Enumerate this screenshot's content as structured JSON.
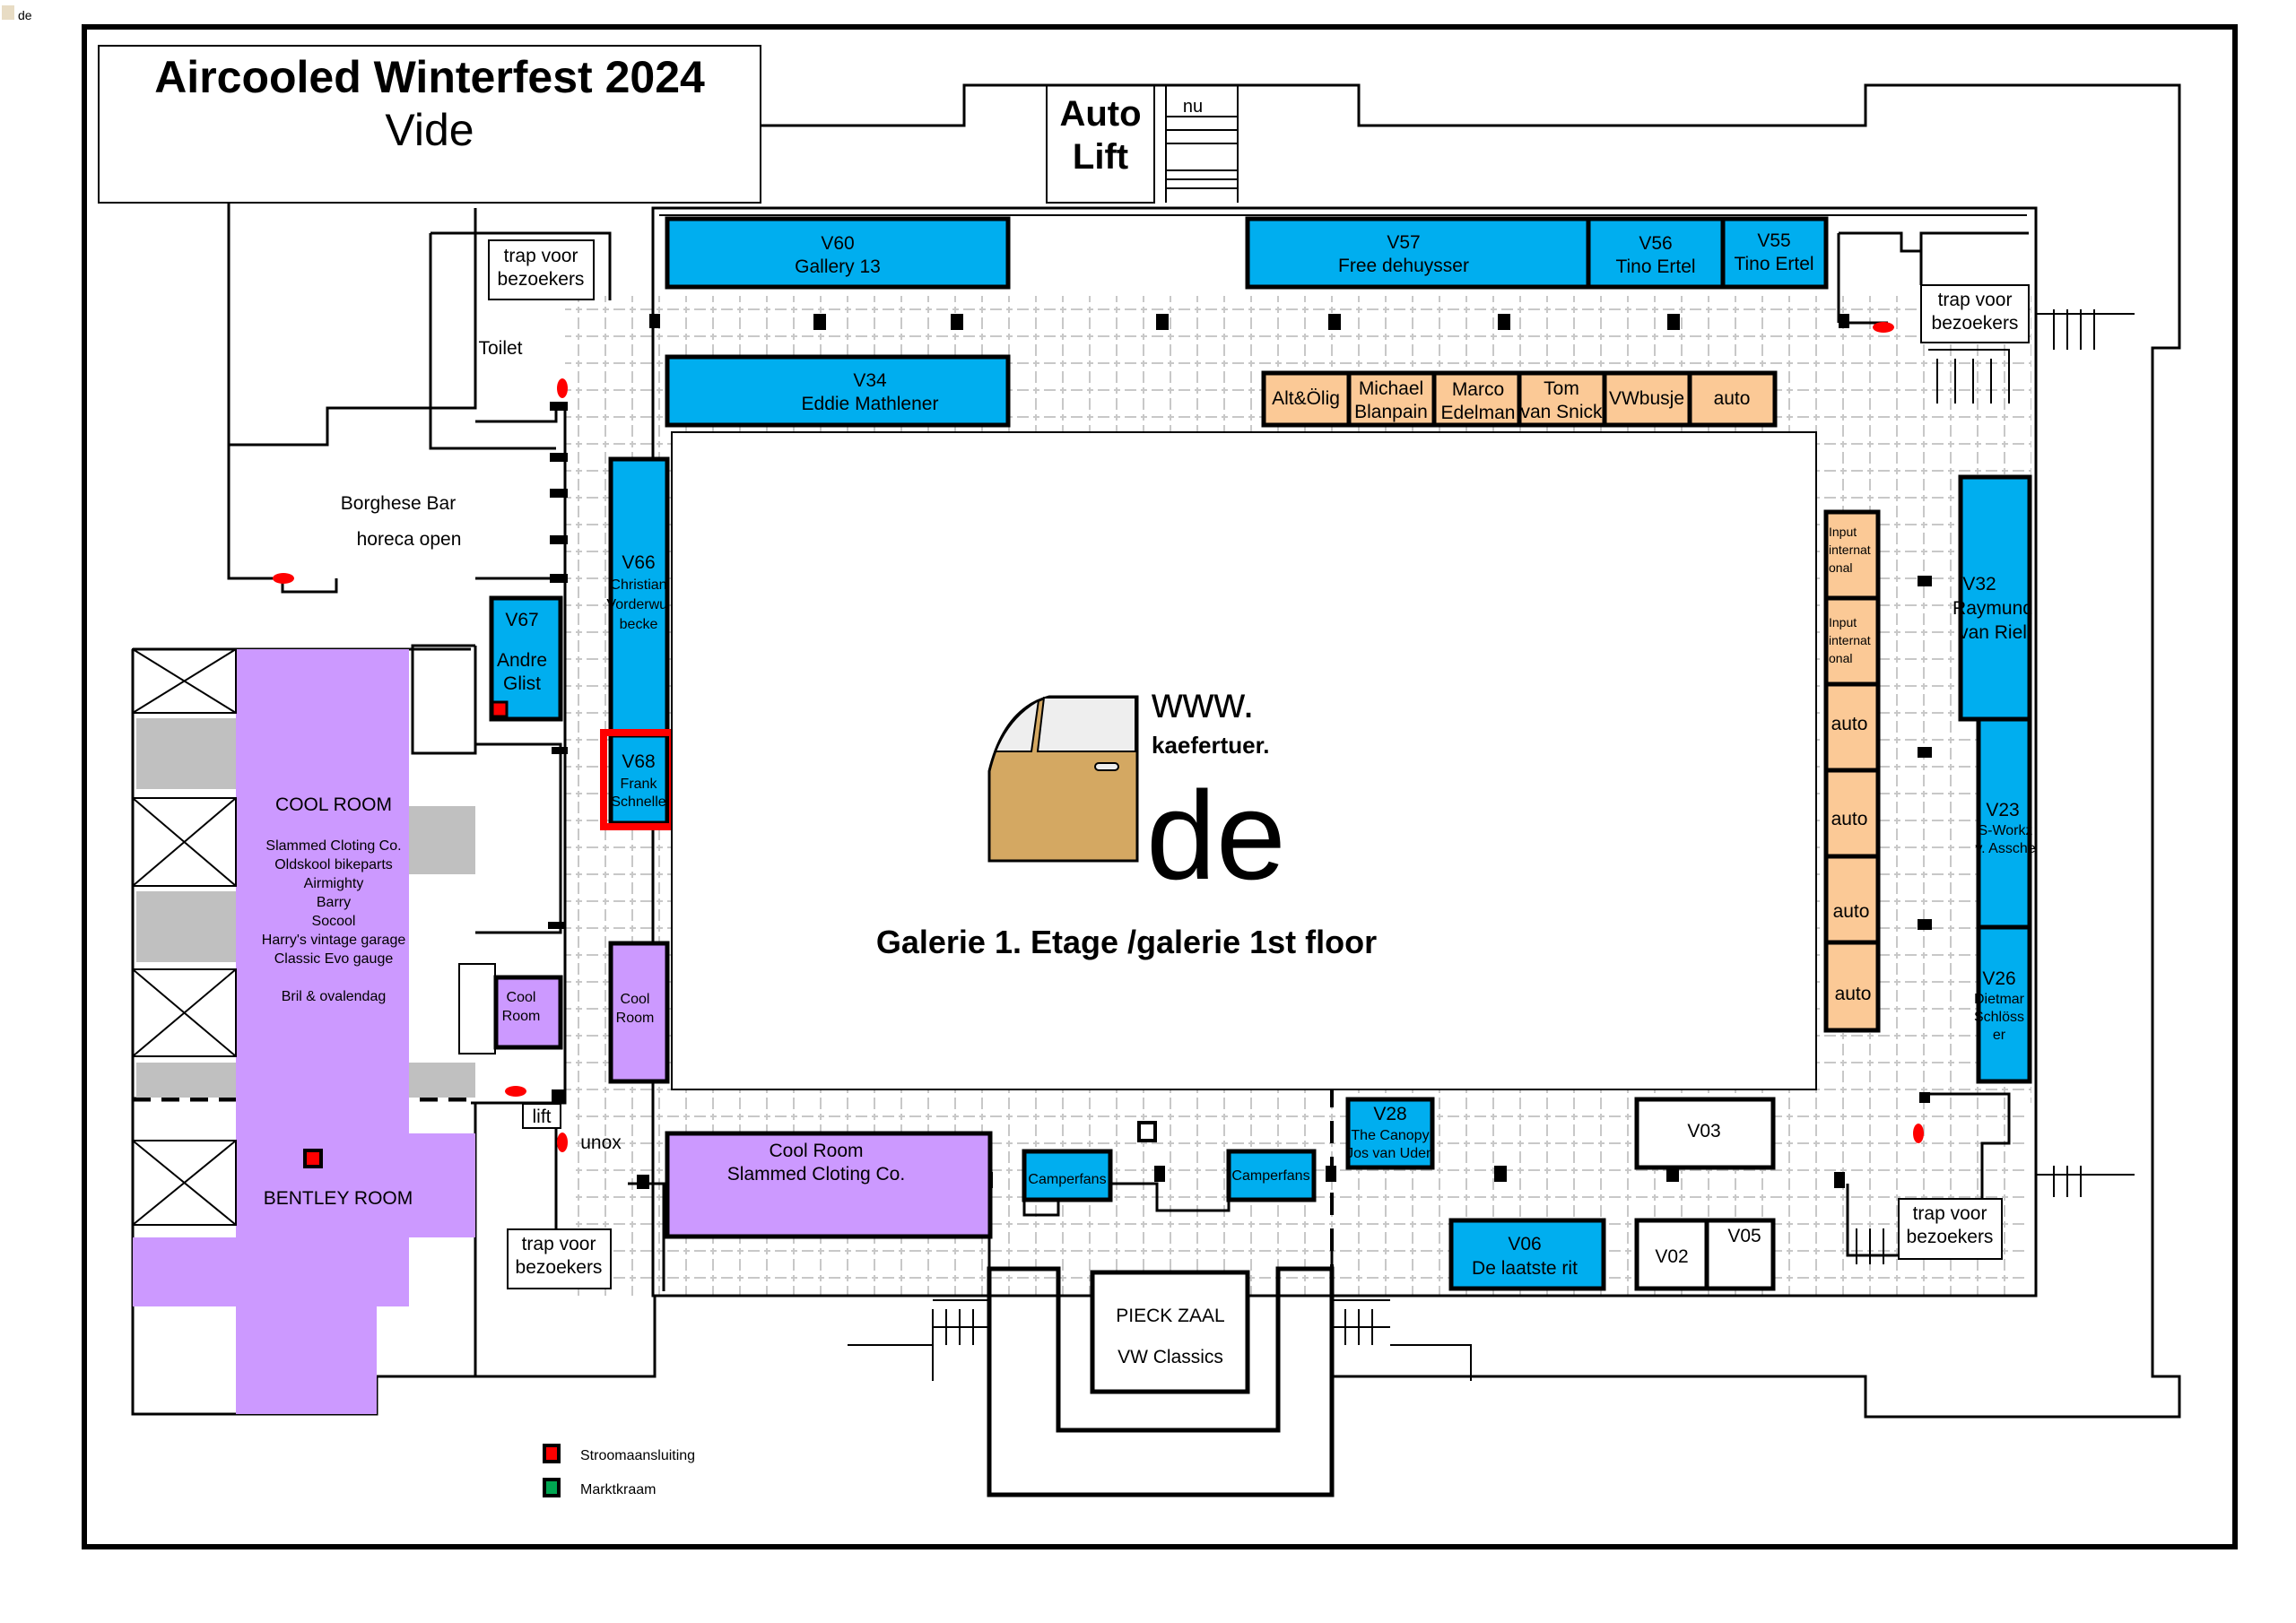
{
  "header": {
    "title": "Aircooled Winterfest 2024",
    "subtitle": "Vide"
  },
  "floor_label": "Galerie 1. Etage /galerie 1st floor",
  "logo": {
    "line1": "www.",
    "line2": "kaefertuer.",
    "line3": "de",
    "corner_small": "de"
  },
  "auto_lift": {
    "line1": "Auto",
    "line2": "Lift"
  },
  "nu_label": "nu",
  "stairs_label": {
    "line1": "trap voor",
    "line2": "bezoekers"
  },
  "rooms": {
    "toilet": "Toilet",
    "bar_name": "Borghese Bar",
    "bar_status": "horeca open",
    "lift": "lift",
    "unox": "unox",
    "cool_room_title": "COOL ROOM",
    "cool_room_exhibitors": [
      "Slammed Cloting Co.",
      "Oldskool bikeparts",
      "Airmighty",
      "Barry",
      "Socool",
      "Harry's vintage garage",
      "Classic Evo gauge"
    ],
    "cool_room_extra": "Bril & ovalendag",
    "bentley_room": "BENTLEY ROOM",
    "small_cool_room": [
      "Cool",
      "Room"
    ],
    "big_cool_room": {
      "title": "Cool Room",
      "name": "Slammed Cloting Co."
    },
    "pieck_zaal": {
      "title": "PIECK ZAAL",
      "name": "VW Classics"
    }
  },
  "stands": {
    "v60": {
      "code": "V60",
      "name": [
        "Gallery 13"
      ]
    },
    "v34": {
      "code": "V34",
      "name": [
        "Eddie Mathlener"
      ]
    },
    "v57": {
      "code": "V57",
      "name": [
        "Free dehuysser"
      ]
    },
    "v56": {
      "code": "V56",
      "name": [
        "Tino Ertel"
      ]
    },
    "v55": {
      "code": "V55",
      "name": [
        "Tino Ertel"
      ]
    },
    "v66": {
      "code": "V66",
      "name": [
        "Christian",
        "Vorderwul",
        "becke"
      ]
    },
    "v67": {
      "code": "V67",
      "name": [
        "Andre",
        "Glist"
      ]
    },
    "v68": {
      "code": "V68",
      "name": [
        "Frank",
        "Schnelle"
      ]
    },
    "v32": {
      "code": "V32",
      "name": [
        "Raymund",
        "van Riel"
      ]
    },
    "v23": {
      "code": "V23",
      "name": [
        "S-Workz",
        "v. Assche"
      ]
    },
    "v26": {
      "code": "V26",
      "name": [
        "Dietmar",
        "Schlöss",
        "er"
      ]
    },
    "v28": {
      "code": "V28",
      "name": [
        "The Canopy",
        "Jos van Uden"
      ]
    },
    "v06": {
      "code": "V06",
      "name": [
        "De laatste rit"
      ]
    },
    "v03": {
      "code": "V03"
    },
    "v02": {
      "code": "V02"
    },
    "v05": {
      "code": "V05"
    }
  },
  "orange_row": [
    [
      "Alt&Ölig"
    ],
    [
      "Michael",
      "Blanpain"
    ],
    [
      "Marco",
      "Edelman"
    ],
    [
      "Tom",
      "van Snick"
    ],
    [
      "VWbusje"
    ],
    [
      "auto"
    ]
  ],
  "orange_column": [
    [
      "Input",
      "internat",
      "onal"
    ],
    [
      "Input",
      "internat",
      "onal"
    ],
    [
      "auto"
    ],
    [
      "auto"
    ],
    [
      "auto"
    ],
    [
      "auto"
    ]
  ],
  "camperfans": "Camperfans",
  "highlighted_stand": "V68",
  "legend": [
    {
      "label": "Stroomaansluiting",
      "color": "#ff0000"
    },
    {
      "label": "Marktkraam",
      "color": "#00a651"
    }
  ],
  "colors": {
    "stand_blue": "#00AEEF",
    "stand_orange": "#FBC996",
    "cool_room_purple": "#CC99FF",
    "highlight_red": "#ff0000",
    "door_tan": "#D4A862"
  }
}
